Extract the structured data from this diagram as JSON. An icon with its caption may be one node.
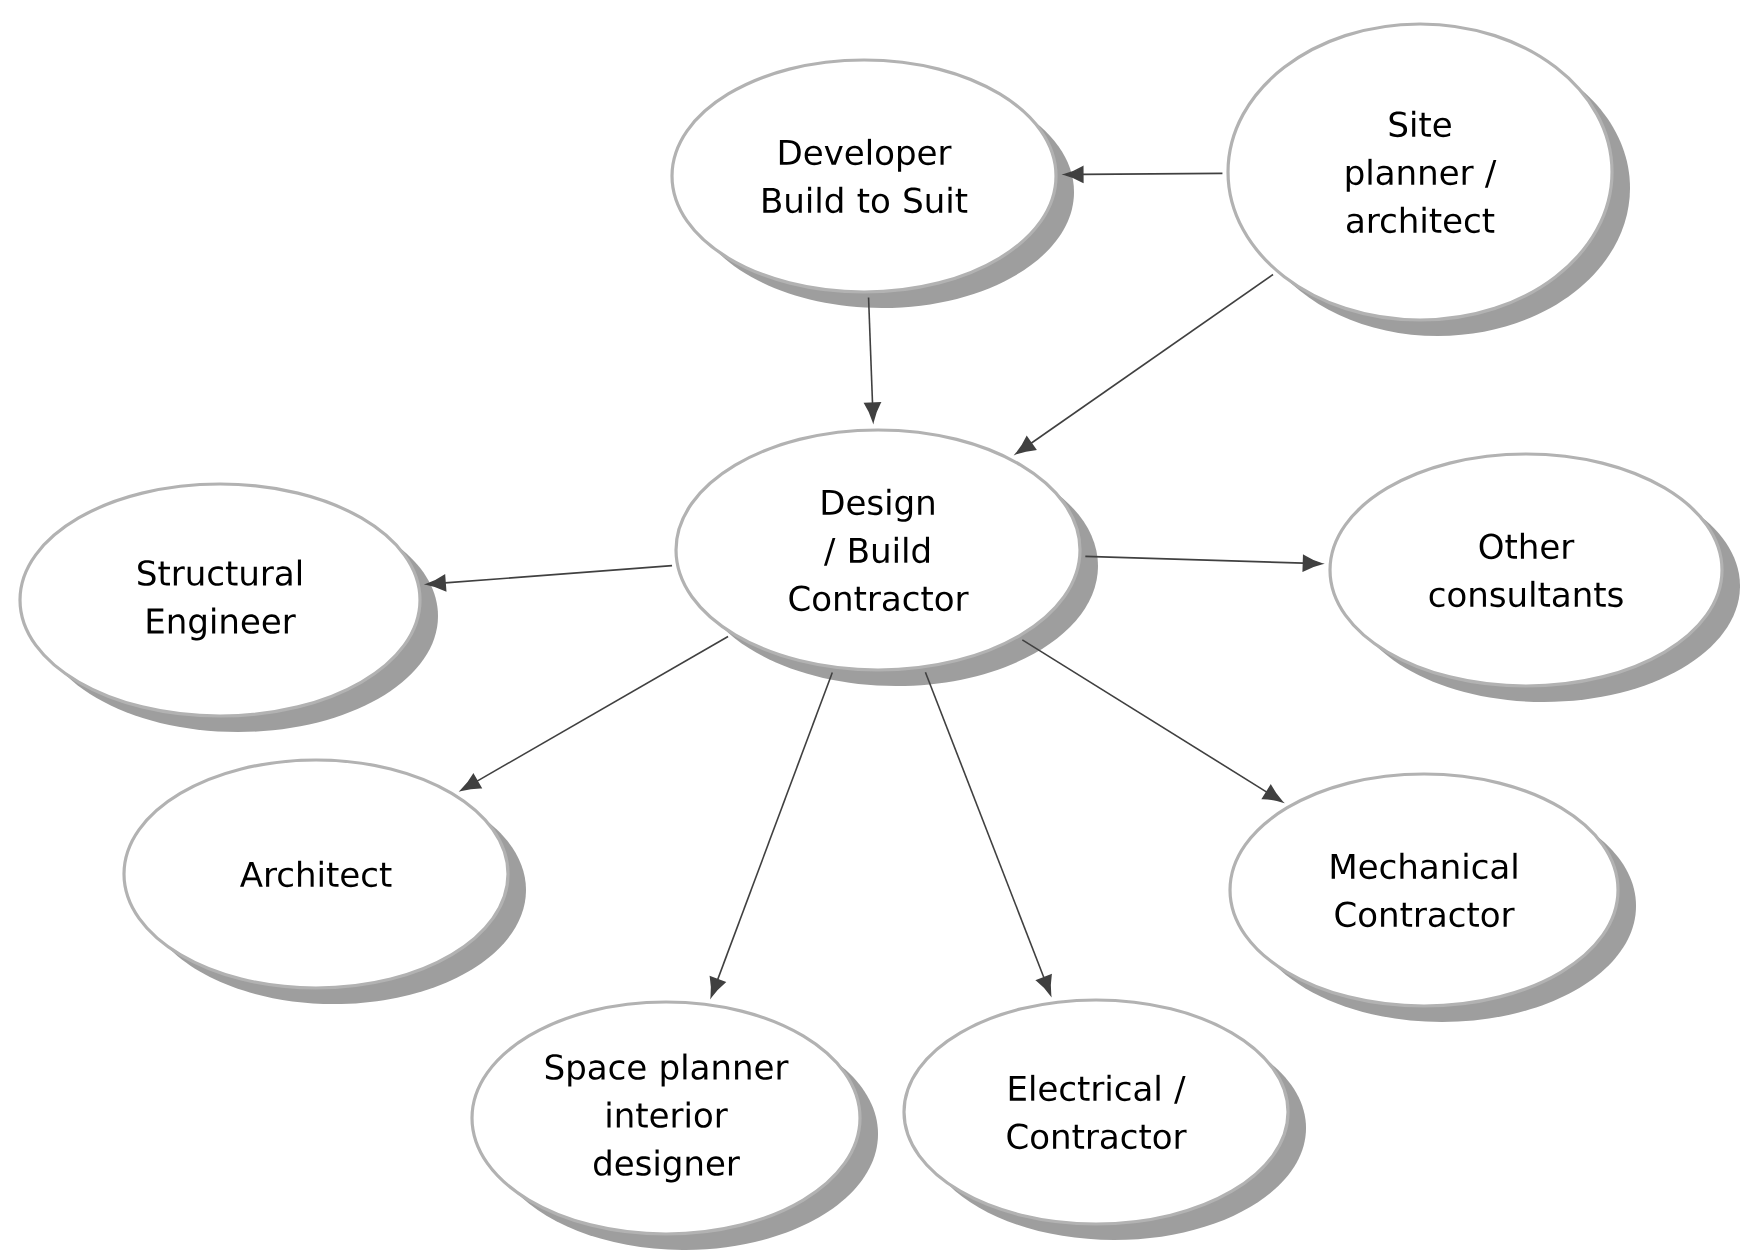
{
  "diagram": {
    "nodes": [
      {
        "text": [
          "Developer Build to Suit"
        ]
      },
      {
        "text": [
          "Site planner / architect"
        ]
      },
      {
        "text": [
          "Design / Build Contractor"
        ]
      },
      {
        "text": [
          "Structural Engineer"
        ]
      },
      {
        "text": [
          "Other consultants"
        ]
      },
      {
        "text": [
          "Architect"
        ]
      },
      {
        "text": [
          "Mechanical Contractor"
        ]
      },
      {
        "text": [
          "Space planner interior designer"
        ]
      },
      {
        "text": [
          "Electrical / Contractor"
        ]
      }
    ],
    "edges": [
      {
        "from": 1,
        "to": 0,
        "arrow": "to"
      },
      {
        "from": 0,
        "to": 2,
        "arrow": "to"
      },
      {
        "from": 1,
        "to": 2,
        "arrow": "to"
      },
      {
        "from": 2,
        "to": 3,
        "arrow": "to"
      },
      {
        "from": 2,
        "to": 4,
        "arrow": "to"
      },
      {
        "from": 2,
        "to": 5,
        "arrow": "to"
      },
      {
        "from": 2,
        "to": 6,
        "arrow": "to"
      },
      {
        "from": 2,
        "to": 7,
        "arrow": "to"
      },
      {
        "from": 2,
        "to": 8,
        "arrow": "to"
      }
    ]
  }
}
